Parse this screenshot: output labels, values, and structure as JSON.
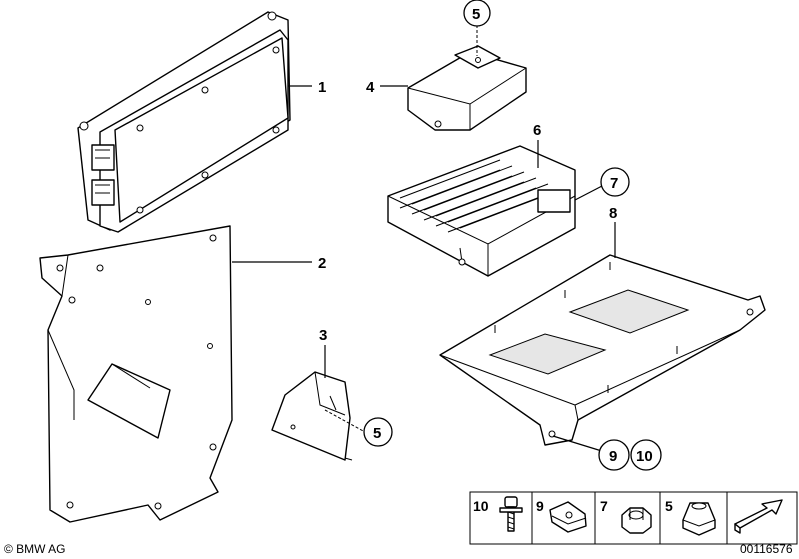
{
  "diagram": {
    "callouts": {
      "c1": "1",
      "c2": "2",
      "c3": "3",
      "c4": "4",
      "c5_top": "5",
      "c5_bracket": "5",
      "c6": "6",
      "c7": "7",
      "c8": "8",
      "c9": "9",
      "c10": "10"
    },
    "hardware_tray": {
      "items": [
        {
          "number": "10",
          "icon": "bolt-icon"
        },
        {
          "number": "9",
          "icon": "clip-nut-icon"
        },
        {
          "number": "7",
          "icon": "hex-nut-icon"
        },
        {
          "number": "5",
          "icon": "cap-nut-icon"
        }
      ],
      "arrow_icon": "direction-arrow-icon"
    },
    "footer": {
      "copyright": "© BMW AG",
      "diagram_number": "00116576"
    }
  }
}
